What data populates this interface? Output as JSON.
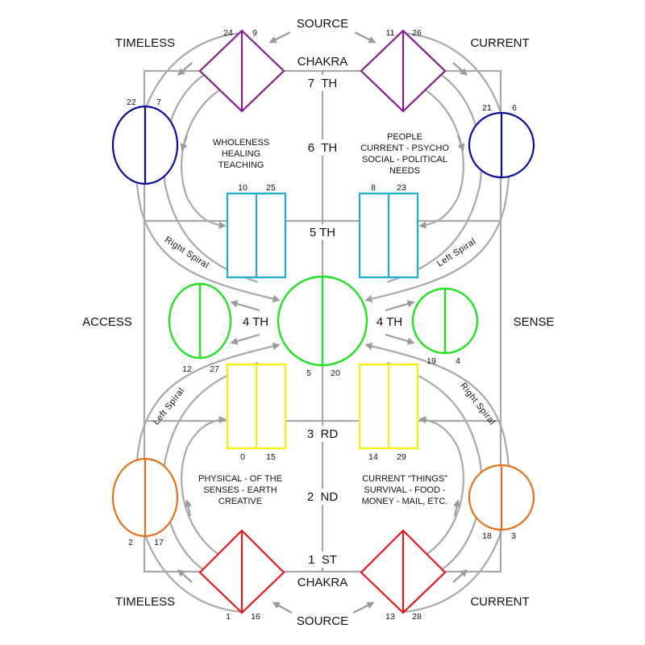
{
  "labels": {
    "source_top": "SOURCE",
    "source_bottom": "SOURCE",
    "timeless_top": "TIMELESS",
    "timeless_bottom": "TIMELESS",
    "current_top": "CURRENT",
    "current_bottom": "CURRENT",
    "chakra_top": "CHAKRA",
    "chakra_bottom": "CHAKRA",
    "access": "ACCESS",
    "sense": "SENSE"
  },
  "levels": {
    "seventh": "7  TH",
    "sixth": "6  TH",
    "fifth": "5 TH",
    "fourth_left": "4 TH",
    "fourth_right": "4 TH",
    "third": "3  RD",
    "second": "2  ND",
    "first": "1  ST"
  },
  "descriptions": {
    "upper_left": [
      "WHOLENESS",
      "HEALING",
      "TEACHING"
    ],
    "upper_right": [
      "PEOPLE",
      "CURRENT - PSYCHO",
      "SOCIAL - POLITICAL",
      "NEEDS"
    ],
    "lower_left": [
      "PHYSICAL - OF THE",
      "SENSES - EARTH",
      "CREATIVE"
    ],
    "lower_right": [
      "CURRENT “THINGS”",
      "SURVIVAL - FOOD -",
      "MONEY - MAIL, ETC."
    ]
  },
  "spirals": {
    "upper_left": "Right Spiral",
    "upper_right": "Left Spiral",
    "lower_left": "Left Spiral",
    "lower_right": "Right Spiral"
  },
  "numbers": {
    "top_left_diamond": [
      "24",
      "9"
    ],
    "top_right_diamond": [
      "11",
      "26"
    ],
    "upper_left_circle": [
      "22",
      "7"
    ],
    "upper_right_circle": [
      "21",
      "6"
    ],
    "upper_left_rect": [
      "10",
      "25"
    ],
    "upper_right_rect": [
      "8",
      "23"
    ],
    "mid_left_circle": [
      "12",
      "27"
    ],
    "center_circle": [
      "5",
      "20"
    ],
    "mid_right_circle": [
      "19",
      "4"
    ],
    "lower_left_rect": [
      "0",
      "15"
    ],
    "lower_right_rect": [
      "14",
      "29"
    ],
    "lower_left_circle": [
      "2",
      "17"
    ],
    "lower_right_circle": [
      "18",
      "3"
    ],
    "bottom_left_diamond": [
      "1",
      "16"
    ],
    "bottom_right_diamond": [
      "13",
      "28"
    ]
  },
  "colors": {
    "crown": "#8B1A8B",
    "third_eye": "#0A0F96",
    "throat": "#1AACE0",
    "heart": "#22E022",
    "solar": "#F2F21A",
    "sacral": "#E8701A",
    "root": "#E01A1A",
    "frame": "#A9A9A9",
    "arrow": "#9C9C9C"
  }
}
